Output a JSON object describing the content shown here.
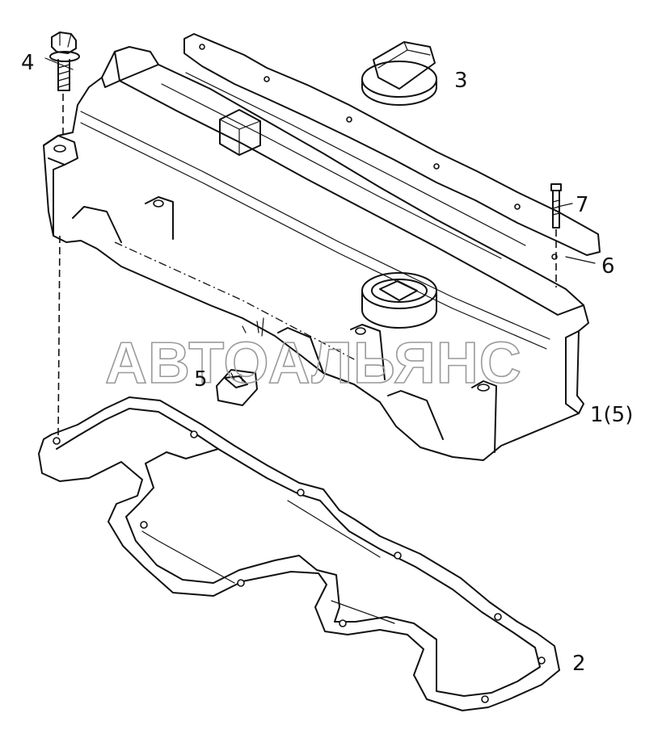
{
  "watermark": "АВТОАЛЬЯНС",
  "callouts": {
    "c1": "1(5)",
    "c2": "2",
    "c3": "3",
    "c4": "4",
    "c5": "5",
    "c6": "6",
    "c7": "7"
  },
  "colors": {
    "line": "#111111",
    "background": "#ffffff",
    "watermark": "#9a9a9a"
  }
}
